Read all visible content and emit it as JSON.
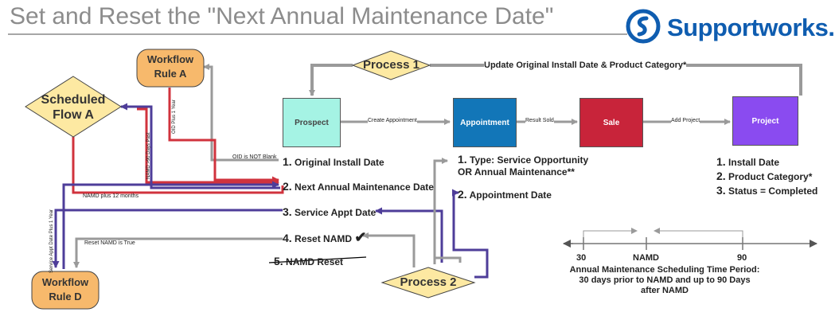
{
  "title": "Set and Reset the \"Next Annual Maintenance Date\"",
  "brand": {
    "name": "Supportworks",
    "dot": "."
  },
  "nodes": {
    "workflow_rule_a": {
      "line1": "Workflow",
      "line2": "Rule A"
    },
    "scheduled_flow_a": {
      "line1": "Scheduled",
      "line2": "Flow A"
    },
    "workflow_rule_d": {
      "line1": "Workflow",
      "line2": "Rule D"
    },
    "process_1": "Process 1",
    "process_2": "Process 2",
    "prospect": "Prospect",
    "appointment": "Appointment",
    "sale": "Sale",
    "project": "Project"
  },
  "edge_labels": {
    "update_oid": "Update Original Install Date & Product Category*",
    "create_appointment": "Create Appointment",
    "result_sold": "Result Sold",
    "add_project": "Add Project",
    "oid_not_blank": "OID is NOT Blank",
    "oid_plus_1_year": "OID Plus 1 Year",
    "namd_90_days_past": "NAMD >90 Days Past",
    "namd_plus_12_months": "NAMD plus 12 months",
    "service_appt_plus_1_year": "Service Appt Date Plus 1 Year",
    "reset_namd_true": "Reset NAMD is True"
  },
  "fields": [
    {
      "num": "1.",
      "text": "Original Install Date"
    },
    {
      "num": "2.",
      "text": "Next Annual Maintenance Date"
    },
    {
      "num": "3.",
      "text": "Service Appt Date"
    },
    {
      "num": "4.",
      "text": "Reset NAMD"
    },
    {
      "num": "5.",
      "text": "NAMD Reset"
    }
  ],
  "appointment_fields": [
    {
      "num": "1.",
      "text": "Type: Service Opportunity",
      "text2": "OR Annual Maintenance**"
    },
    {
      "num": "2.",
      "text": "Appointment Date"
    }
  ],
  "project_fields": [
    {
      "num": "1.",
      "text": "Install Date"
    },
    {
      "num": "2.",
      "text": "Product Category*"
    },
    {
      "num": "3.",
      "text": "Status = Completed"
    }
  ],
  "checkbox_mark": "✔",
  "timeline": {
    "ticks": [
      "30",
      "NAMD",
      "90"
    ],
    "caption": [
      "Annual Maintenance Scheduling Time Period:",
      "30 days prior to NAMD and up to 90 Days",
      "after NAMD"
    ]
  },
  "colors": {
    "red": "#d0333d",
    "purple": "#4e3d99",
    "gray": "#9a9a9a",
    "orange": "#f7b96c",
    "yellow": "#fde9a2",
    "prospect": "#a5f3e4",
    "appointment": "#1276b8",
    "sale": "#c8243a",
    "project": "#8a4bf0",
    "brand": "#0f5db0"
  }
}
